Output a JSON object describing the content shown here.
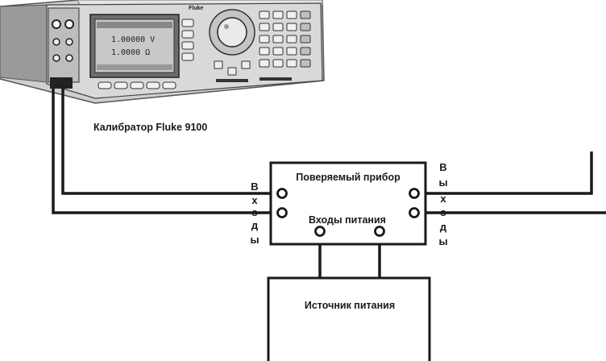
{
  "calibrator": {
    "caption": "Калибратор Fluke 9100",
    "brand": "Fluke",
    "display_lines": [
      "1.00000 V",
      "1.0000 Ω"
    ]
  },
  "device": {
    "title": "Поверяемый прибор",
    "power_inputs_label": "Входы питания",
    "inputs_letters": [
      "В",
      "х",
      "о",
      "д",
      "ы"
    ],
    "outputs_letters": [
      "В",
      "ы",
      "х",
      "о",
      "д",
      "ы"
    ]
  },
  "power_source": {
    "label": "Источник питания"
  }
}
